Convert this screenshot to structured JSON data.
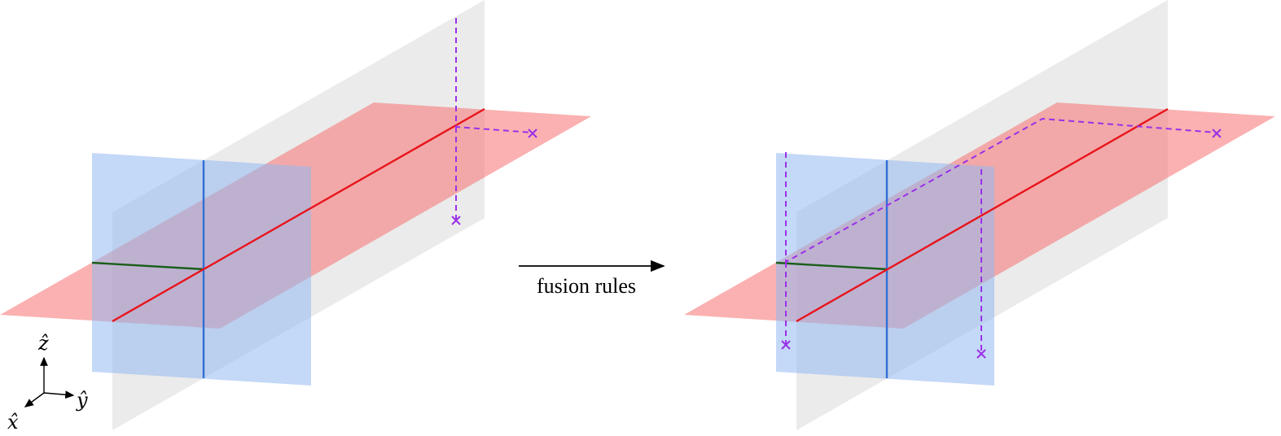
{
  "arrow": {
    "label": "fusion rules"
  },
  "axes": {
    "x_label": "x̂",
    "y_label": "ŷ",
    "z_label": "ẑ"
  },
  "colors": {
    "red_plane": "#f87171",
    "blue_plane": "#93b8f0",
    "gray_plane": "#cfcfcf",
    "red_line": "#e8141c",
    "blue_line": "#2f6fd6",
    "green_line": "#1a5e1a",
    "purple_path": "#9b30e8",
    "arrow": "#000000"
  },
  "icons": {
    "endpoint": "cross-mark-icon"
  }
}
